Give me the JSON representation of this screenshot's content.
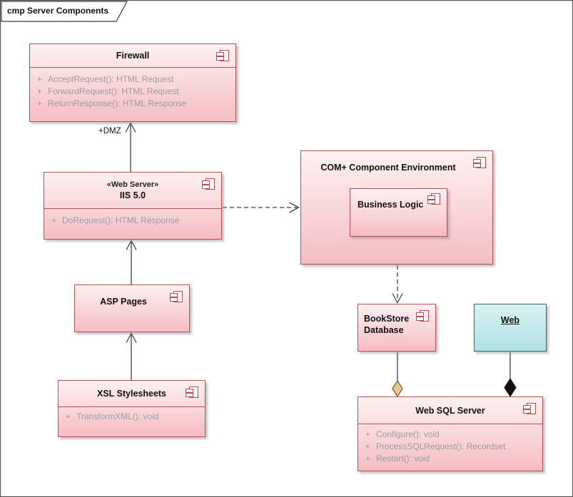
{
  "frame": {
    "label": "cmp Server Components"
  },
  "colors": {
    "component_border": "#b35052",
    "component_fill_top": "#fdf1f2",
    "component_fill_bottom": "#f4bdc2",
    "operation_text": "#9c9c9c",
    "connector": "#404040",
    "artifact_fill_top": "#d9f2f3",
    "artifact_fill_bottom": "#b0e1e4",
    "artifact_border": "#40666a",
    "aggregation_diamond": "#e6c88f",
    "aggregation_diamond_border": "#6e5426",
    "composition_diamond": "#101010"
  },
  "nodes": {
    "firewall": {
      "title": "Firewall",
      "operations": [
        {
          "v": "+",
          "text": "AcceptRequest(): HTML Request"
        },
        {
          "v": "+",
          "text": "ForwardRequest(): HTML Request"
        },
        {
          "v": "+",
          "text": "ReturnResponse(): HTML Response"
        }
      ]
    },
    "iis": {
      "stereotype": "«Web Server»",
      "title": "IIS 5.0",
      "operations": [
        {
          "v": "+",
          "text": "DoRequest(): HTML Response"
        }
      ]
    },
    "com_env": {
      "title": "COM+ Component Environment"
    },
    "business_logic": {
      "title": "Business Logic"
    },
    "asp_pages": {
      "title": "ASP Pages"
    },
    "xsl": {
      "title": "XSL Stylesheets",
      "operations": [
        {
          "v": "+",
          "text": "TransformXML(): void"
        }
      ]
    },
    "bookstore": {
      "title": "BookStore Database"
    },
    "web": {
      "title": "Web"
    },
    "websql": {
      "title": "Web SQL Server",
      "operations": [
        {
          "v": "+",
          "text": "Configure(): void"
        },
        {
          "v": "+",
          "text": "ProcessSQLRequest(): Recordset"
        },
        {
          "v": "+",
          "text": "Restart(): void"
        }
      ]
    }
  },
  "connector_labels": {
    "dmz": "+DMZ"
  }
}
